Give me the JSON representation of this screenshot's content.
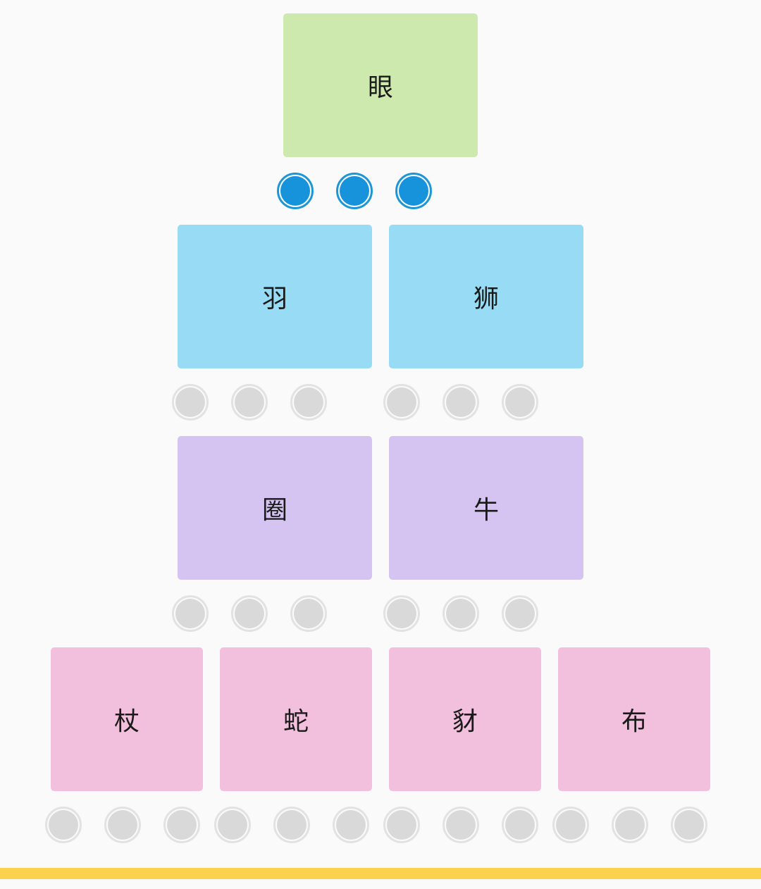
{
  "tiles": {
    "top": "眼",
    "row2": [
      "羽",
      "狮"
    ],
    "row3": [
      "圈",
      "牛"
    ],
    "row4": [
      "杖",
      "蛇",
      "豺",
      "布"
    ]
  },
  "slots": {
    "row1": [
      "filled",
      "filled",
      "filled"
    ],
    "row2": [
      "empty",
      "empty",
      "empty",
      "empty",
      "empty",
      "empty"
    ],
    "row3": [
      "empty",
      "empty",
      "empty",
      "empty",
      "empty",
      "empty"
    ],
    "row4": [
      "empty",
      "empty",
      "empty",
      "empty",
      "empty",
      "empty",
      "empty",
      "empty",
      "empty",
      "empty",
      "empty",
      "empty"
    ]
  },
  "colors": {
    "tile_top": "#cde9ae",
    "tile_row2": "#97dbf4",
    "tile_row3": "#d5c4f1",
    "tile_row4": "#f2c0dd",
    "slot_filled": "#1793db",
    "slot_empty": "#d9d9d9",
    "bottom_bar": "#fcd14d"
  }
}
